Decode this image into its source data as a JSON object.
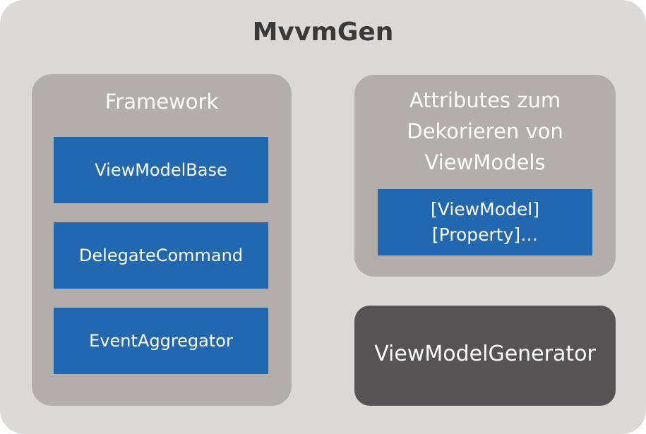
{
  "title": "MvvmGen",
  "framework": {
    "heading": "Framework",
    "items": [
      {
        "label": "ViewModelBase"
      },
      {
        "label": "DelegateCommand"
      },
      {
        "label": "EventAggregator"
      }
    ]
  },
  "attributes": {
    "heading": "Attributes zum\nDekorieren von\nViewModels",
    "box_lines": [
      "[ViewModel]",
      "[Property]…"
    ]
  },
  "generator": {
    "label": "ViewModelGenerator"
  },
  "colors": {
    "outer_background": "#dcdad9",
    "panel_background": "#b3aeac",
    "dark_panel": "#555353",
    "box_blue": "#2268b1",
    "title_text": "#3a3a3a",
    "panel_text": "#ffffff"
  }
}
